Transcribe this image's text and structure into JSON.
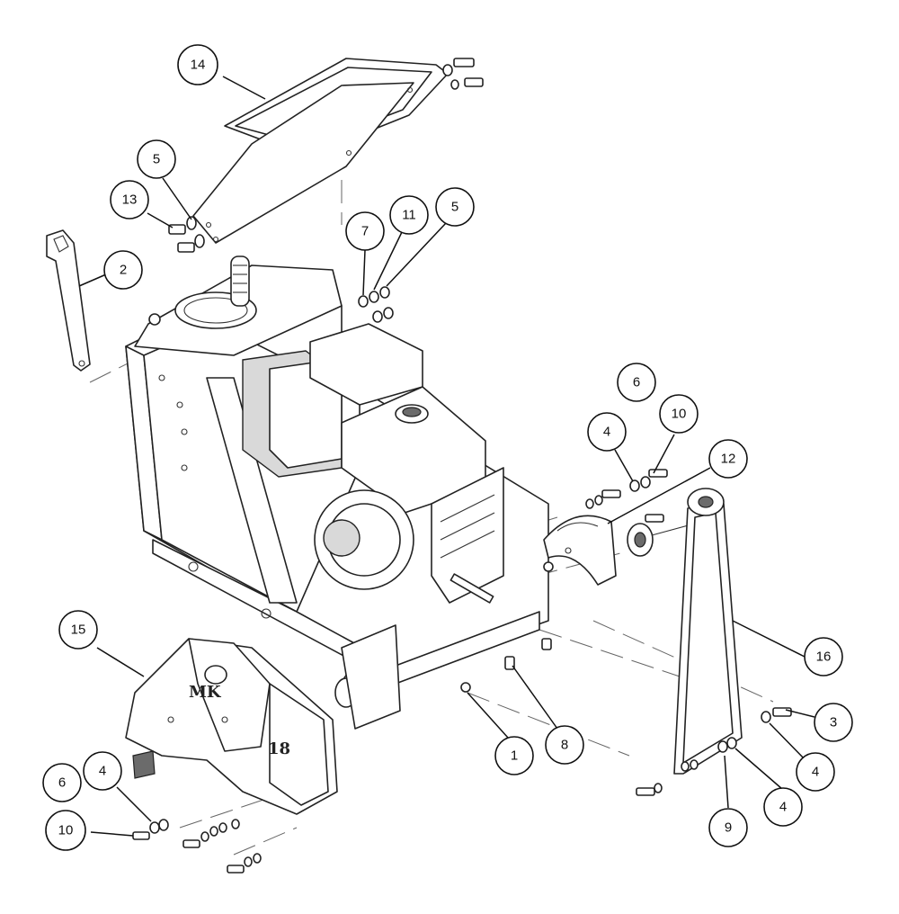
{
  "callouts": [
    {
      "id": "c1",
      "label": "1"
    },
    {
      "id": "c2",
      "label": "2"
    },
    {
      "id": "c3",
      "label": "3"
    },
    {
      "id": "c4a",
      "label": "4"
    },
    {
      "id": "c4b",
      "label": "4"
    },
    {
      "id": "c4c",
      "label": "4"
    },
    {
      "id": "c4d",
      "label": "4"
    },
    {
      "id": "c5a",
      "label": "5"
    },
    {
      "id": "c5b",
      "label": "5"
    },
    {
      "id": "c6a",
      "label": "6"
    },
    {
      "id": "c6b",
      "label": "6"
    },
    {
      "id": "c7",
      "label": "7"
    },
    {
      "id": "c8",
      "label": "8"
    },
    {
      "id": "c9",
      "label": "9"
    },
    {
      "id": "c10a",
      "label": "10"
    },
    {
      "id": "c10b",
      "label": "10"
    },
    {
      "id": "c11",
      "label": "11"
    },
    {
      "id": "c12",
      "label": "12"
    },
    {
      "id": "c13",
      "label": "13"
    },
    {
      "id": "c14",
      "label": "14"
    },
    {
      "id": "c15",
      "label": "15"
    },
    {
      "id": "c16",
      "label": "16"
    }
  ],
  "guard_marking": {
    "brand": "MK",
    "size": "18"
  }
}
